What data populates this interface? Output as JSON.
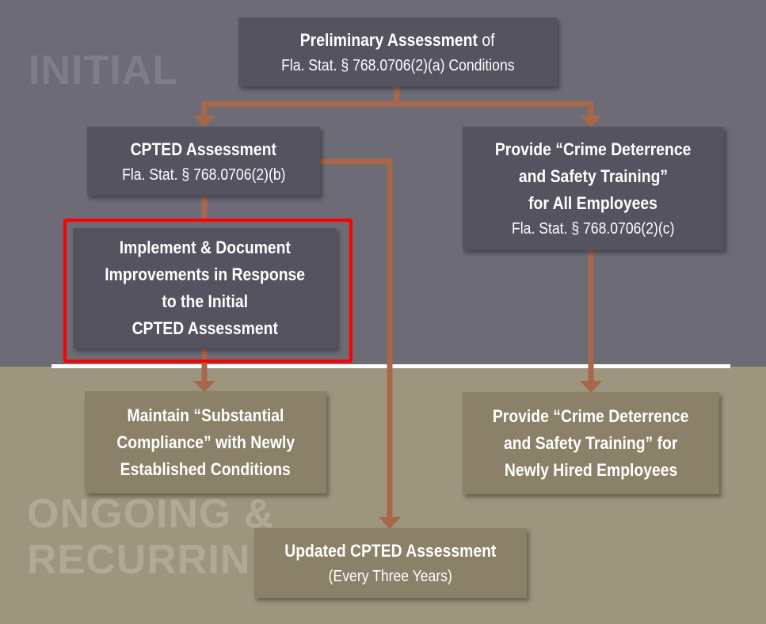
{
  "sections": {
    "initial": "INITIAL",
    "ongoing_line1": "ONGOING &",
    "ongoing_line2": "RECURRIN"
  },
  "boxes": {
    "preliminary": {
      "title": "Preliminary Assessment",
      "title_suffix": " of",
      "sub": "Fla. Stat. § 768.0706(2)(a) Conditions"
    },
    "cpted": {
      "title": "CPTED Assessment",
      "sub": "Fla. Stat. § 768.0706(2)(b)"
    },
    "training_all": {
      "line1": "Provide “Crime Deterrence",
      "line2": "and Safety Training”",
      "line3": "for All Employees",
      "sub": "Fla. Stat. § 768.0706(2)(c)"
    },
    "implement": {
      "line1": "Implement & Document",
      "line2": "Improvements in Response",
      "line3": "to the Initial",
      "line4": "CPTED Assessment"
    },
    "maintain": {
      "line1": "Maintain “Substantial",
      "line2": "Compliance” with Newly",
      "line3": "Established Conditions"
    },
    "training_new": {
      "line1": "Provide “Crime Deterrence",
      "line2": "and Safety Training” for",
      "line3": "Newly Hired Employees"
    },
    "updated": {
      "title": "Updated CPTED Assessment",
      "sub": "(Every Three Years)"
    }
  },
  "colors": {
    "arrow": "#a8674a",
    "highlight": "#ff0000",
    "top_bg": "#6c6b76",
    "bottom_bg": "#9e957e"
  }
}
